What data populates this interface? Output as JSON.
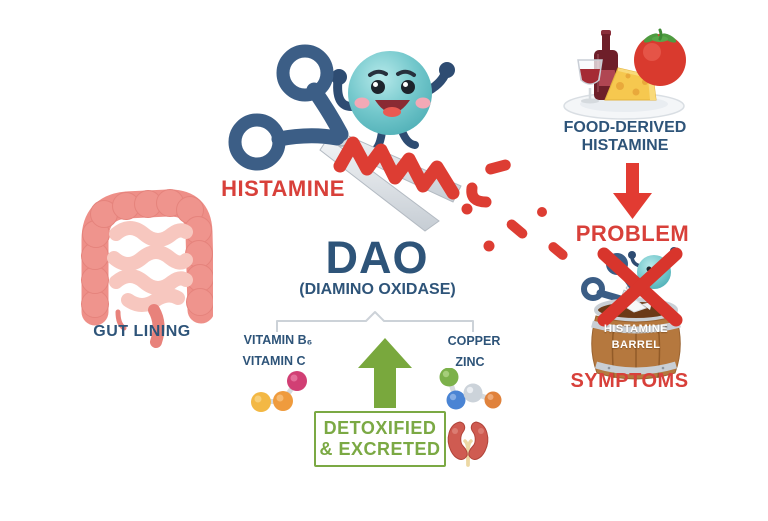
{
  "labels": {
    "histamine": "HISTAMINE",
    "dao": "DAO",
    "dao_full": "(DIAMINO OXIDASE)",
    "gut_lining": "GUT LINING",
    "vitamin_b6": "VITAMIN B₆",
    "vitamin_c": "VITAMIN C",
    "copper": "COPPER",
    "zinc": "ZINC",
    "detoxified": "DETOXIFIED",
    "excreted": "& EXCRETED",
    "food_derived": "FOOD-DERIVED",
    "food_histamine": "HISTAMINE",
    "problem": "PROBLEM",
    "barrel_line1": "HISTAMINE",
    "barrel_line2": "BARREL",
    "symptoms": "SYMPTOMS"
  },
  "icons": {
    "scissors": "scissors-icon",
    "dao_enzyme_character": "dao-enzyme-character",
    "histamine_molecule": "histamine-squiggle-molecule",
    "histamine_fragments": "cut-histamine-fragments",
    "gut": "gut-lining-illustration",
    "food_plate": "food-plate-icon",
    "wine_bottle": "wine-bottle-icon",
    "wine_glass": "wine-glass-icon",
    "cheese": "cheese-icon",
    "tomato": "tomato-icon",
    "down_arrow": "red-down-arrow-icon",
    "blocked_x": "red-x-icon",
    "barrel": "histamine-barrel-icon",
    "bracket": "cofactor-bracket",
    "up_arrow": "green-up-arrow-icon",
    "vitamin_molecule": "vitamin-molecule-icon",
    "mineral_molecule": "mineral-molecule-icon",
    "kidneys": "kidneys-icon"
  },
  "colors": {
    "background": "#ffffff",
    "text_blue": "#2e5479",
    "text_red": "#d8403a",
    "text_green": "#7ba944",
    "arrow_red": "#e23b32",
    "arrow_green": "#79a83d",
    "histamine_red": "#dd3d33",
    "enzyme_teal": "#6ec5ca",
    "scissors_handle_blue": "#3c5e86",
    "blade_silver": "#dfe3e7",
    "barrel_brown": "#b5783e",
    "gut_pink": "#ee8f88",
    "cheese_yellow": "#f6c84f",
    "kidney_red": "#cf5b51"
  }
}
